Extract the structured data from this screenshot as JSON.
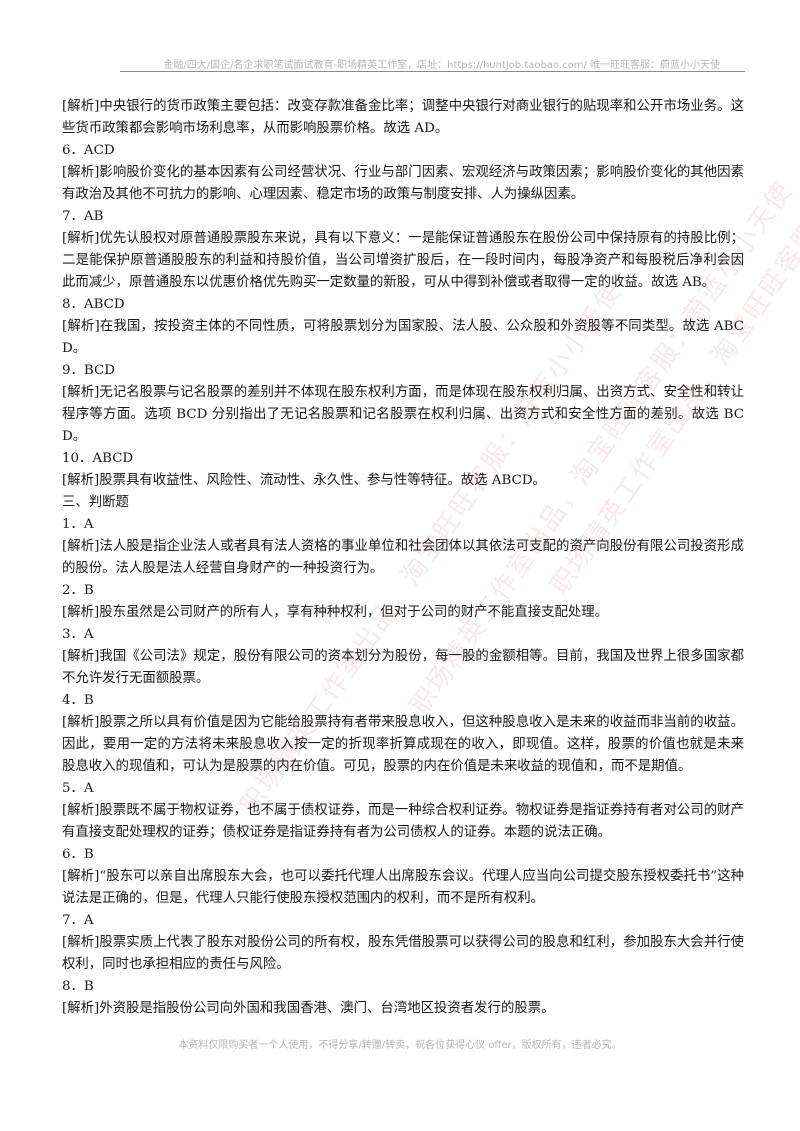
{
  "header": {
    "text": "金融/四大/国企/名企求职笔试面试教育-职场精英工作室，店址：https://huntjob.taobao.com/ 唯一旺旺客服：蔚蓝小小天使"
  },
  "paragraphs": [
    "[解析]中央银行的货币政策主要包括：改变存款准备金比率；调整中央银行对商业银行的贴现率和公开市场业务。这些货币政策都会影响市场利息率，从而影响股票价格。故选 AD。",
    "6．ACD",
    "[解析]影响股价变化的基本因素有公司经营状况、行业与部门因素、宏观经济与政策因素；影响股价变化的其他因素有政治及其他不可抗力的影响、心理因素、稳定市场的政策与制度安排、人为操纵因素。",
    "7．AB",
    "[解析]优先认股权对原普通股票股东来说，具有以下意义：一是能保证普通股东在股份公司中保持原有的持股比例；二是能保护原普通股股东的利益和持股价值，当公司增资扩股后，在一段时间内，每股净资产和每股税后净利会因此而减少，原普通股东以优惠价格优先购买一定数量的新股，可从中得到补偿或者取得一定的收益。故选 AB。",
    "8．ABCD",
    "[解析]在我国，按投资主体的不同性质，可将股票划分为国家股、法人股、公众股和外资股等不同类型。故选 ABCD。",
    "9．BCD",
    "[解析]无记名股票与记名股票的差别并不体现在股东权利方面，而是体现在股东权利归属、出资方式、安全性和转让程序等方面。选项 BCD 分别指出了无记名股票和记名股票在权利归属、出资方式和安全性方面的差别。故选 BCD。",
    "10．ABCD",
    "[解析]股票具有收益性、风险性、流动性、永久性、参与性等特征。故选 ABCD。",
    "三、判断题",
    "1．A",
    "[解析]法人股是指企业法人或者具有法人资格的事业单位和社会团体以其依法可支配的资产向股份有限公司投资形成的股份。法人股是法人经营自身财产的一种投资行为。",
    "2．B",
    "[解析]股东虽然是公司财产的所有人，享有种种权利，但对于公司的财产不能直接支配处理。",
    "3．A",
    "[解析]我国《公司法》规定，股份有限公司的资本划分为股份，每一股的金额相等。目前，我国及世界上很多国家都不允许发行无面额股票。",
    "4．B",
    "[解析]股票之所以具有价值是因为它能给股票持有者带来股息收入，但这种股息收入是未来的收益而非当前的收益。因此，要用一定的方法将未来股息收入按一定的折现率折算成现在的收入，即现值。这样，股票的价值也就是未来股息收入的现值和，可认为是股票的内在价值。可见，股票的内在价值是未来收益的现值和，而不是期值。",
    "5．A",
    "[解析]股票既不属于物权证券，也不属于债权证券，而是一种综合权利证券。物权证券是指证券持有者对公司的财产有直接支配处理权的证券；债权证券是指证券持有者为公司债权人的证券。本题的说法正确。",
    "6．B",
    "[解析]“股东可以亲自出席股东大会，也可以委托代理人出席股东会议。代理人应当向公司提交股东授权委托书”这种说法是正确的，但是，代理人只能行使股东授权范围内的权利，而不是所有权利。",
    "7．A",
    "[解析]股票实质上代表了股东对股份公司的所有权，股东凭借股票可以获得公司的股息和红利，参加股东大会并行使权利，同时也承担相应的责任与风险。",
    "8．B",
    "[解析]外资股是指股份公司向外国和我国香港、澳门、台湾地区投资者发行的股票。"
  ],
  "footer": {
    "text": "本资料仅限购买者一个人使用，不得分享/转赠/转卖，祝各位获得心仪 offer，版权所有，违者必究。"
  },
  "watermarks": [
    "职场精英工作室出品，淘宝旺旺客服：蔚蓝小小天使",
    "职场精英工作室出品，淘宝旺旺客服：蔚蓝小小天使",
    "职场精英工作室出品，淘宝旺旺客服：蔚蓝小小天使"
  ]
}
